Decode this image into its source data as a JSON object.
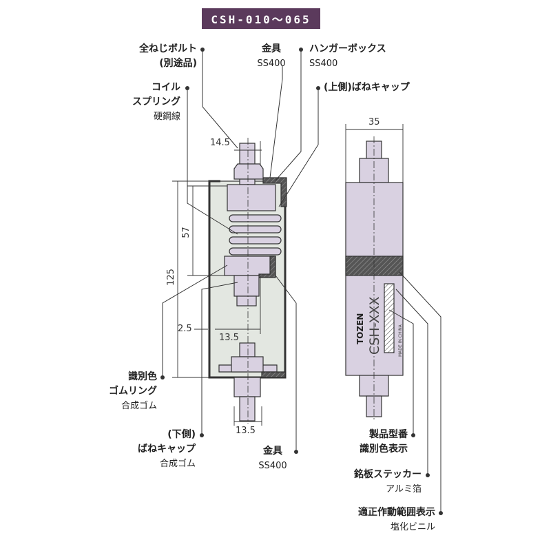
{
  "title": "CSH-010～065",
  "labels": {
    "full_thread_bolt": {
      "name": "全ねじボルト",
      "note": "(別途品)"
    },
    "fitting_top": {
      "name": "金具",
      "material": "SS400"
    },
    "hanger_box": {
      "name": "ハンガーボックス",
      "material": "SS400"
    },
    "upper_spring_cap": {
      "name": "(上側)ばねキャップ"
    },
    "coil_spring": {
      "name1": "コイル",
      "name2": "スプリング",
      "material": "硬鋼線"
    },
    "id_rubber_ring": {
      "name1": "識別色",
      "name2": "ゴムリング",
      "material": "合成ゴム"
    },
    "lower_spring_cap": {
      "name1": "(下側)",
      "name2": "ばねキャップ",
      "material": "合成ゴム"
    },
    "fitting_bottom": {
      "name": "金具",
      "material": "SS400"
    },
    "model_number": {
      "name1": "製品型番",
      "name2": "識別色表示"
    },
    "nameplate": {
      "name": "銘板ステッカー",
      "material": "アルミ箔"
    },
    "range_indicator": {
      "name": "適正作動範囲表示",
      "material": "塩化ビニル"
    }
  },
  "dimensions": {
    "top_width": "14.5",
    "spring_height": "57",
    "total_height": "125",
    "gap": "2.5",
    "mid_width": "13.5",
    "bottom_width": "13.5",
    "side_width": "35"
  },
  "sticker": {
    "model": "CSH-XXX",
    "brand": "TOZEN",
    "origin": "MADE IN CHINA"
  },
  "colors": {
    "title_bg": "#5b3a5c",
    "body": "#d9d1e1",
    "box_inner": "#e3e7e1",
    "line": "#333333"
  }
}
